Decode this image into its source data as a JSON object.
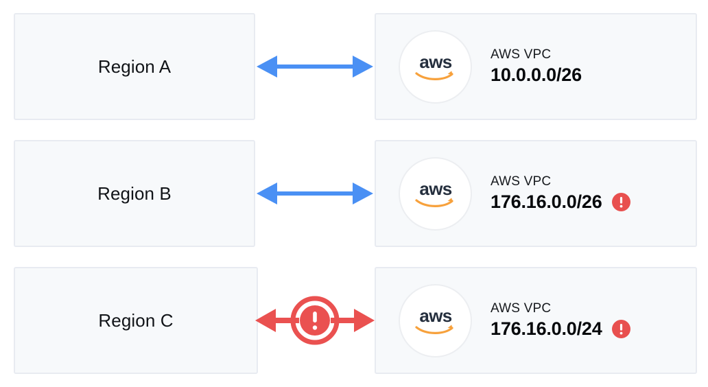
{
  "colors": {
    "arrow_ok": "#4a90f4",
    "arrow_error": "#ea5150",
    "alert_red": "#e8504f",
    "box_fill": "#f7f9fb",
    "box_border": "#e8ebf1",
    "aws_text": "#252f3e",
    "aws_smile": "#f7a13c",
    "text_dark": "#111418"
  },
  "rows": [
    {
      "region": {
        "label": "Region A",
        "name": "region-box-a"
      },
      "connector": {
        "name": "connector-bidirectional-arrow-a",
        "state": "ok",
        "has_alert_badge": false
      },
      "vpc": {
        "logo_icon": "aws-logo-icon",
        "title": "AWS VPC",
        "cidr": "10.0.0.0/26",
        "alert_icon": "alert-exclamation-icon",
        "has_alert": false
      }
    },
    {
      "region": {
        "label": "Region B",
        "name": "region-box-b"
      },
      "connector": {
        "name": "connector-bidirectional-arrow-b",
        "state": "ok",
        "has_alert_badge": false
      },
      "vpc": {
        "logo_icon": "aws-logo-icon",
        "title": "AWS VPC",
        "cidr": "176.16.0.0/26",
        "alert_icon": "alert-exclamation-icon",
        "has_alert": true
      }
    },
    {
      "region": {
        "label": "Region C",
        "name": "region-box-c"
      },
      "connector": {
        "name": "connector-bidirectional-arrow-c",
        "state": "error",
        "has_alert_badge": true
      },
      "vpc": {
        "logo_icon": "aws-logo-icon",
        "title": "AWS VPC",
        "cidr": "176.16.0.0/24",
        "alert_icon": "alert-exclamation-icon",
        "has_alert": true
      }
    }
  ]
}
